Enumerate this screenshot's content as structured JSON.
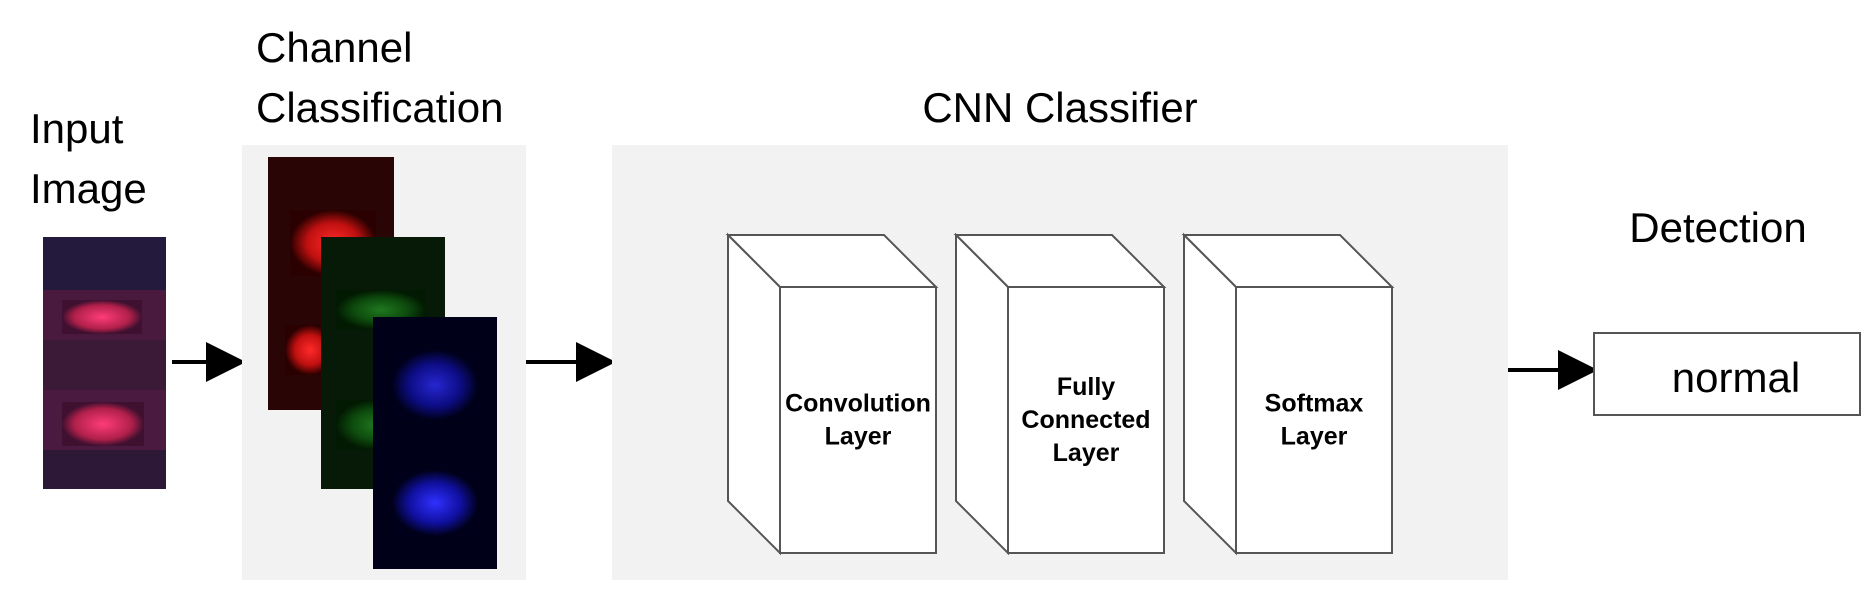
{
  "labels": {
    "input_line1": "Input",
    "input_line2": "Image",
    "channel_line1": "Channel",
    "channel_line2": "Classification",
    "cnn_title": "CNN Classifier",
    "detection": "Detection"
  },
  "layers": [
    {
      "lines": [
        "Convolution",
        "Layer"
      ]
    },
    {
      "lines": [
        "Fully",
        "Connected",
        "Layer"
      ]
    },
    {
      "lines": [
        "Softmax",
        "Layer"
      ]
    }
  ],
  "output": {
    "value": "normal"
  },
  "colors": {
    "panel": "#f2f2f2",
    "red_channel": "#ff1a1a",
    "green_channel": "#1aa01a",
    "blue_channel": "#2020ff"
  }
}
